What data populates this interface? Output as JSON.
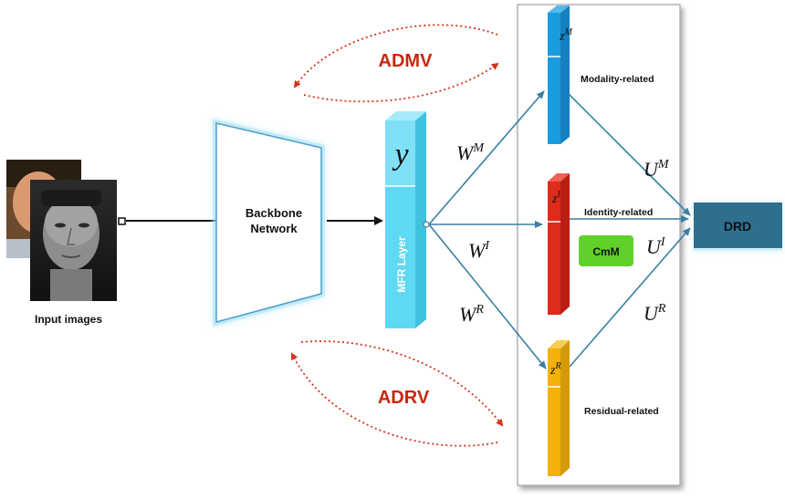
{
  "inputs": {
    "caption": "Input images"
  },
  "backbone": {
    "line1": "Backbone",
    "line2": "Network"
  },
  "mfr": {
    "symbol": "y",
    "label": "MFR Layer"
  },
  "branches": {
    "modality": {
      "symbol": "z",
      "sup": "M",
      "label": "Modality-related",
      "color": "#1a9be0"
    },
    "identity": {
      "symbol": "z",
      "sup": "I",
      "label": "Identity-related",
      "color": "#e02a1a"
    },
    "residual": {
      "symbol": "z",
      "sup": "R",
      "label": "Residual-related",
      "color": "#f2b20a"
    }
  },
  "weights": {
    "wm": {
      "base": "W",
      "sup": "M"
    },
    "wi": {
      "base": "W",
      "sup": "I"
    },
    "wr": {
      "base": "W",
      "sup": "R"
    },
    "um": {
      "base": "U",
      "sup": "M"
    },
    "ui": {
      "base": "U",
      "sup": "I"
    },
    "ur": {
      "base": "U",
      "sup": "R"
    }
  },
  "adversarial": {
    "top": "ADMV",
    "bottom": "ADRV",
    "color": "#c8260f"
  },
  "cmm": {
    "label": "CmM",
    "color": "#5fd12a"
  },
  "drd": {
    "label": "DRD",
    "color": "#2e6f8e"
  }
}
